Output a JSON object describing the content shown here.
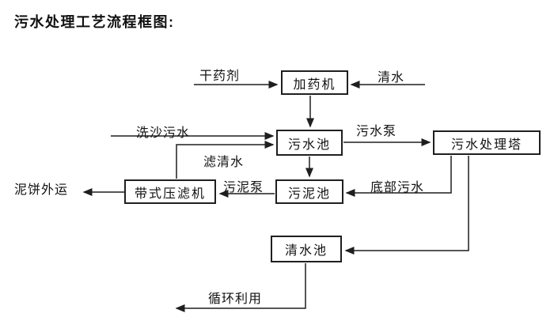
{
  "title": "污水处理工艺流程框图:",
  "nodes": {
    "dosing_machine": {
      "label": "加药机"
    },
    "sewage_pool": {
      "label": "污水池"
    },
    "treatment_tower": {
      "label": "污水处理塔"
    },
    "sludge_pool": {
      "label": "污泥池"
    },
    "belt_filter_press": {
      "label": "带式压滤机"
    },
    "clean_water_pool": {
      "label": "清水池"
    }
  },
  "edge_labels": {
    "dry_chemical": "干药剂",
    "clean_water": "清水",
    "sand_washing_sewage": "洗沙污水",
    "sewage_pump": "污水泵",
    "filtered_water": "滤清水",
    "sludge_pump": "污泥泵",
    "bottom_sewage": "底部污水",
    "mud_cake_out": "泥饼外运",
    "recycling": "循环利用"
  },
  "edges": [
    {
      "from": "干药剂(外部)",
      "to": "加药机",
      "label": "干药剂"
    },
    {
      "from": "清水(外部)",
      "to": "加药机",
      "label": "清水"
    },
    {
      "from": "加药机",
      "to": "污水池",
      "label": ""
    },
    {
      "from": "洗沙污水(外部)",
      "to": "污水池",
      "label": "洗沙污水"
    },
    {
      "from": "带式压滤机",
      "to": "污水池",
      "label": "滤清水"
    },
    {
      "from": "污水池",
      "to": "污水处理塔",
      "label": "污水泵"
    },
    {
      "from": "污水池",
      "to": "污泥池",
      "label": ""
    },
    {
      "from": "污水处理塔",
      "to": "污泥池",
      "label": "底部污水"
    },
    {
      "from": "污泥池",
      "to": "带式压滤机",
      "label": "污泥泵"
    },
    {
      "from": "带式压滤机",
      "to": "外部",
      "label": "泥饼外运"
    },
    {
      "from": "污水处理塔",
      "to": "清水池",
      "label": ""
    },
    {
      "from": "清水池",
      "to": "外部",
      "label": "循环利用"
    }
  ],
  "colors": {
    "line": "#1f1f1f",
    "text": "#111111",
    "background": "#ffffff"
  }
}
